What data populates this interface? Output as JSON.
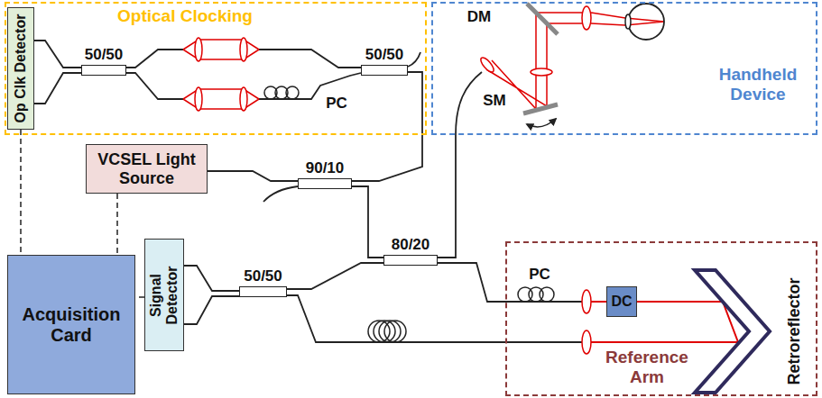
{
  "diagram": {
    "nodes": [
      {
        "text": [
          "Optical Clocking"
        ]
      },
      {
        "text": [
          "Op Clk Detector"
        ],
        "in": 0
      },
      {
        "text": [
          "50/50"
        ],
        "in": 0
      },
      {
        "text": [
          "50/50"
        ],
        "in": 0
      },
      {
        "text": [
          "Handheld Device"
        ]
      },
      {
        "text": [
          "VCSEL Light Source"
        ]
      },
      {
        "text": [
          "90/10"
        ]
      },
      {
        "text": [
          "Acquisition Card"
        ]
      },
      {
        "text": [
          "Signal Detector"
        ]
      },
      {
        "text": [
          "50/50"
        ]
      },
      {
        "text": [
          "80/20"
        ]
      },
      {
        "text": [
          "Reference Arm"
        ]
      },
      {
        "text": [
          "DC"
        ],
        "in": 11
      },
      {
        "text": [
          "Retroreflector"
        ],
        "in": 11
      }
    ],
    "edges": [
      {
        "from": 2,
        "to": 1,
        "arrow": "none"
      },
      {
        "from": 2,
        "to": 1,
        "arrow": "none"
      },
      {
        "from": 2,
        "to": 3,
        "arrow": "none"
      },
      {
        "from": 2,
        "to": 3,
        "arrow": "none"
      },
      {
        "from": 6,
        "to": 3,
        "arrow": "none"
      },
      {
        "from": 5,
        "to": 6,
        "arrow": "none"
      },
      {
        "from": 6,
        "to": 10,
        "arrow": "none"
      },
      {
        "from": 10,
        "to": 4,
        "arrow": "none"
      },
      {
        "from": 10,
        "to": 11,
        "arrow": "none"
      },
      {
        "from": 10,
        "to": 9,
        "arrow": "none"
      },
      {
        "from": 11,
        "to": 9,
        "arrow": "none"
      },
      {
        "from": 9,
        "to": 8,
        "arrow": "none"
      },
      {
        "from": 9,
        "to": 8,
        "arrow": "none"
      },
      {
        "from": 1,
        "to": 7,
        "arrow": "none"
      },
      {
        "from": 5,
        "to": 7,
        "arrow": "none"
      },
      {
        "from": 8,
        "to": 7,
        "arrow": "none"
      }
    ],
    "labels": [
      "PC",
      "DM",
      "SM",
      "PC"
    ]
  }
}
